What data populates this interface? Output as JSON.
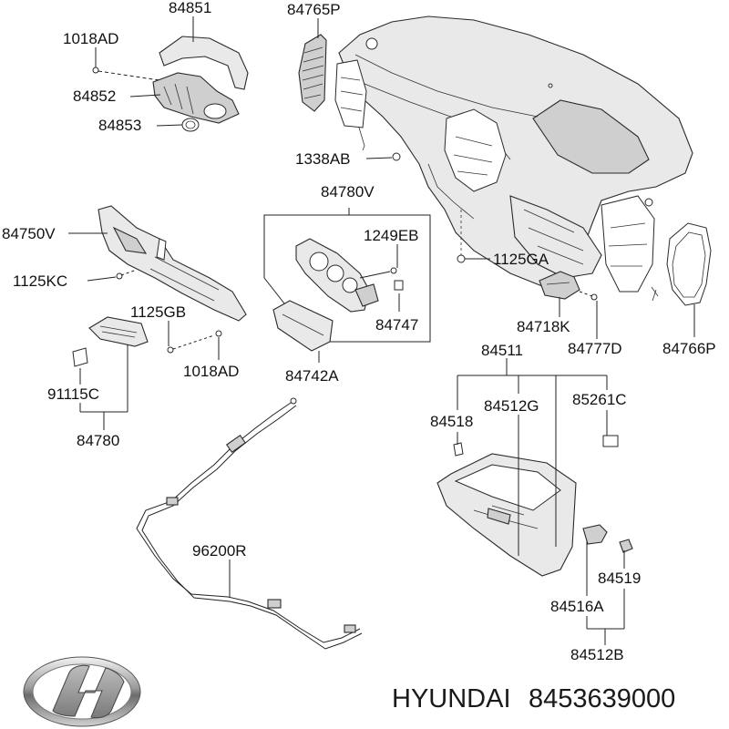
{
  "labels": {
    "p84851": "84851",
    "p1018AD_top": "1018AD",
    "p84852": "84852",
    "p84853": "84853",
    "p84765P": "84765P",
    "p1338AB": "1338AB",
    "p84780V": "84780V",
    "p1249EB": "1249EB",
    "p84750V": "84750V",
    "p1125KC": "1125KC",
    "p1125GB": "1125GB",
    "p1018AD_bottom": "1018AD",
    "p91115C": "91115C",
    "p84780": "84780",
    "p84742A": "84742A",
    "p84747": "84747",
    "p1125GA": "1125GA",
    "p84718K": "84718K",
    "p84777D": "84777D",
    "p84766P": "84766P",
    "p84511": "84511",
    "p84518": "84518",
    "p84512G": "84512G",
    "p85261C": "85261C",
    "p96200R": "96200R",
    "p84519": "84519",
    "p84516A": "84516A",
    "p84512B": "84512B"
  },
  "footer": {
    "brand": "HYUNDAI",
    "part_number": "8453639000"
  },
  "icons": {
    "logo": "hyundai-logo-icon"
  }
}
